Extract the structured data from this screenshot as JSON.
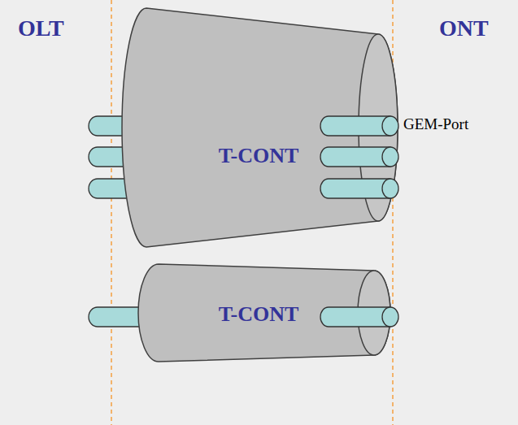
{
  "diagram": {
    "nodes": [
      {
        "text": [
          "T-CONT"
        ]
      },
      {
        "text": [
          "T-CONT"
        ]
      }
    ],
    "labels": [
      "OLT",
      "ONT",
      "GEM-Port"
    ]
  }
}
